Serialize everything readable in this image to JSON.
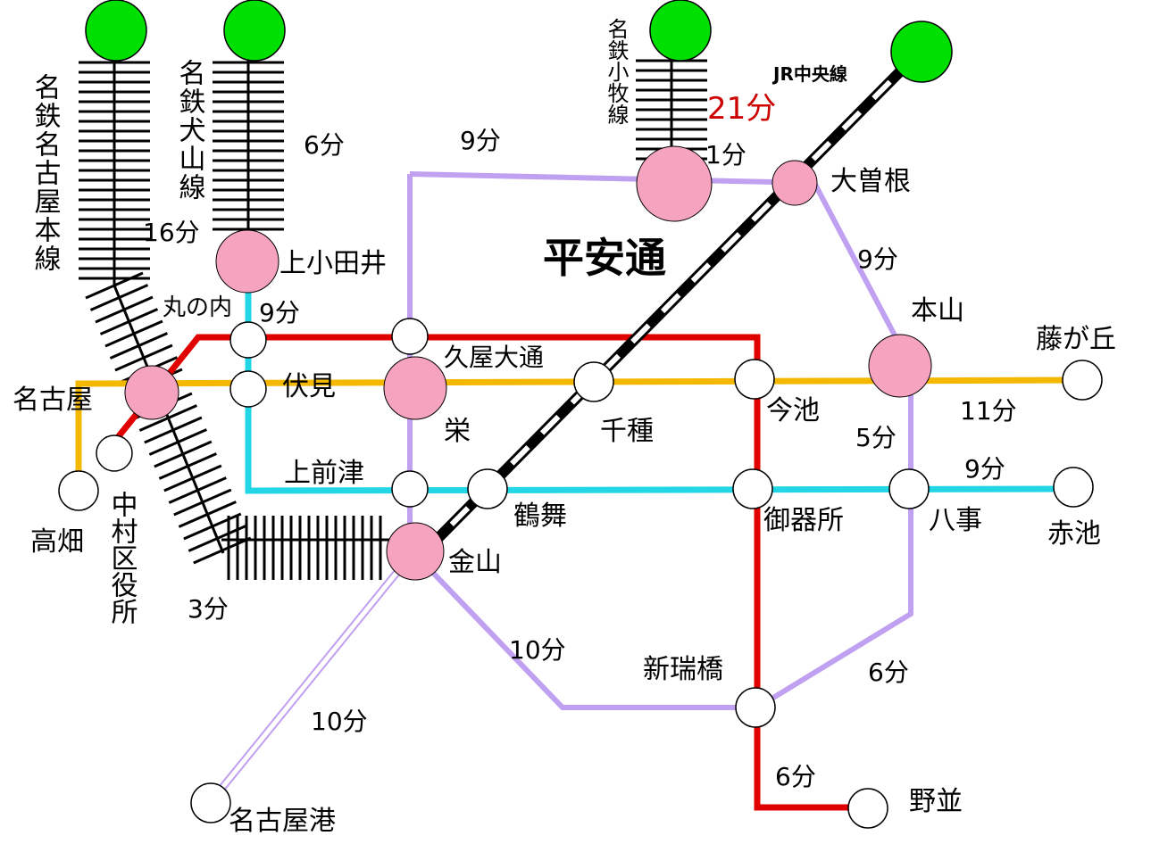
{
  "title": "平安通",
  "stations": {
    "ozone": "大曽根",
    "kamiotai": "上小田井",
    "marunouchi": "丸の内",
    "nagoya": "名古屋",
    "fushimi": "伏見",
    "hisaya": "久屋大通",
    "sakae": "栄",
    "chikusa": "千種",
    "imaike": "今池",
    "motoyama": "本山",
    "fujigaoka": "藤が丘",
    "takabata": "高畑",
    "nakamura": "中村区役所",
    "kamimaezu": "上前津",
    "tsurumai": "鶴舞",
    "gokiso": "御器所",
    "yagoto": "八事",
    "akaike": "赤池",
    "kanayama": "金山",
    "aratamabashi": "新瑞橋",
    "nagoyako": "名古屋港",
    "nonami": "野並"
  },
  "lines": {
    "meitetsu_nagoya": "名鉄名古屋本線",
    "meitetsu_inuyama": "名鉄犬山線",
    "meitetsu_komaki": "名鉄小牧線",
    "jr_chuo": "JR中央線"
  },
  "times": {
    "t_6_inuyama": "6分",
    "t_16": "16分",
    "t_9_meijo_top": "9分",
    "t_21": "21分",
    "t_1": "1分",
    "t_9_ozone_motoyama": "9分",
    "t_9_tsurumai": "9分",
    "t_11": "11分",
    "t_5": "5分",
    "t_9_sakuradori": "9分",
    "t_3": "3分",
    "t_10_kanayama_aratama": "10分",
    "t_6_yagoto_aratama": "6分",
    "t_10_meiko": "10分",
    "t_6_nonami": "6分"
  },
  "colors": {
    "higashiyama": "#f5b800",
    "meijo": "#c0a0f0",
    "tsurumai": "#22d6e6",
    "sakuradori": "#e00000",
    "meiko": "#c0a0f0",
    "terminal": "#00e000",
    "transfer": "#f6a3c0",
    "station": "#ffffff"
  }
}
